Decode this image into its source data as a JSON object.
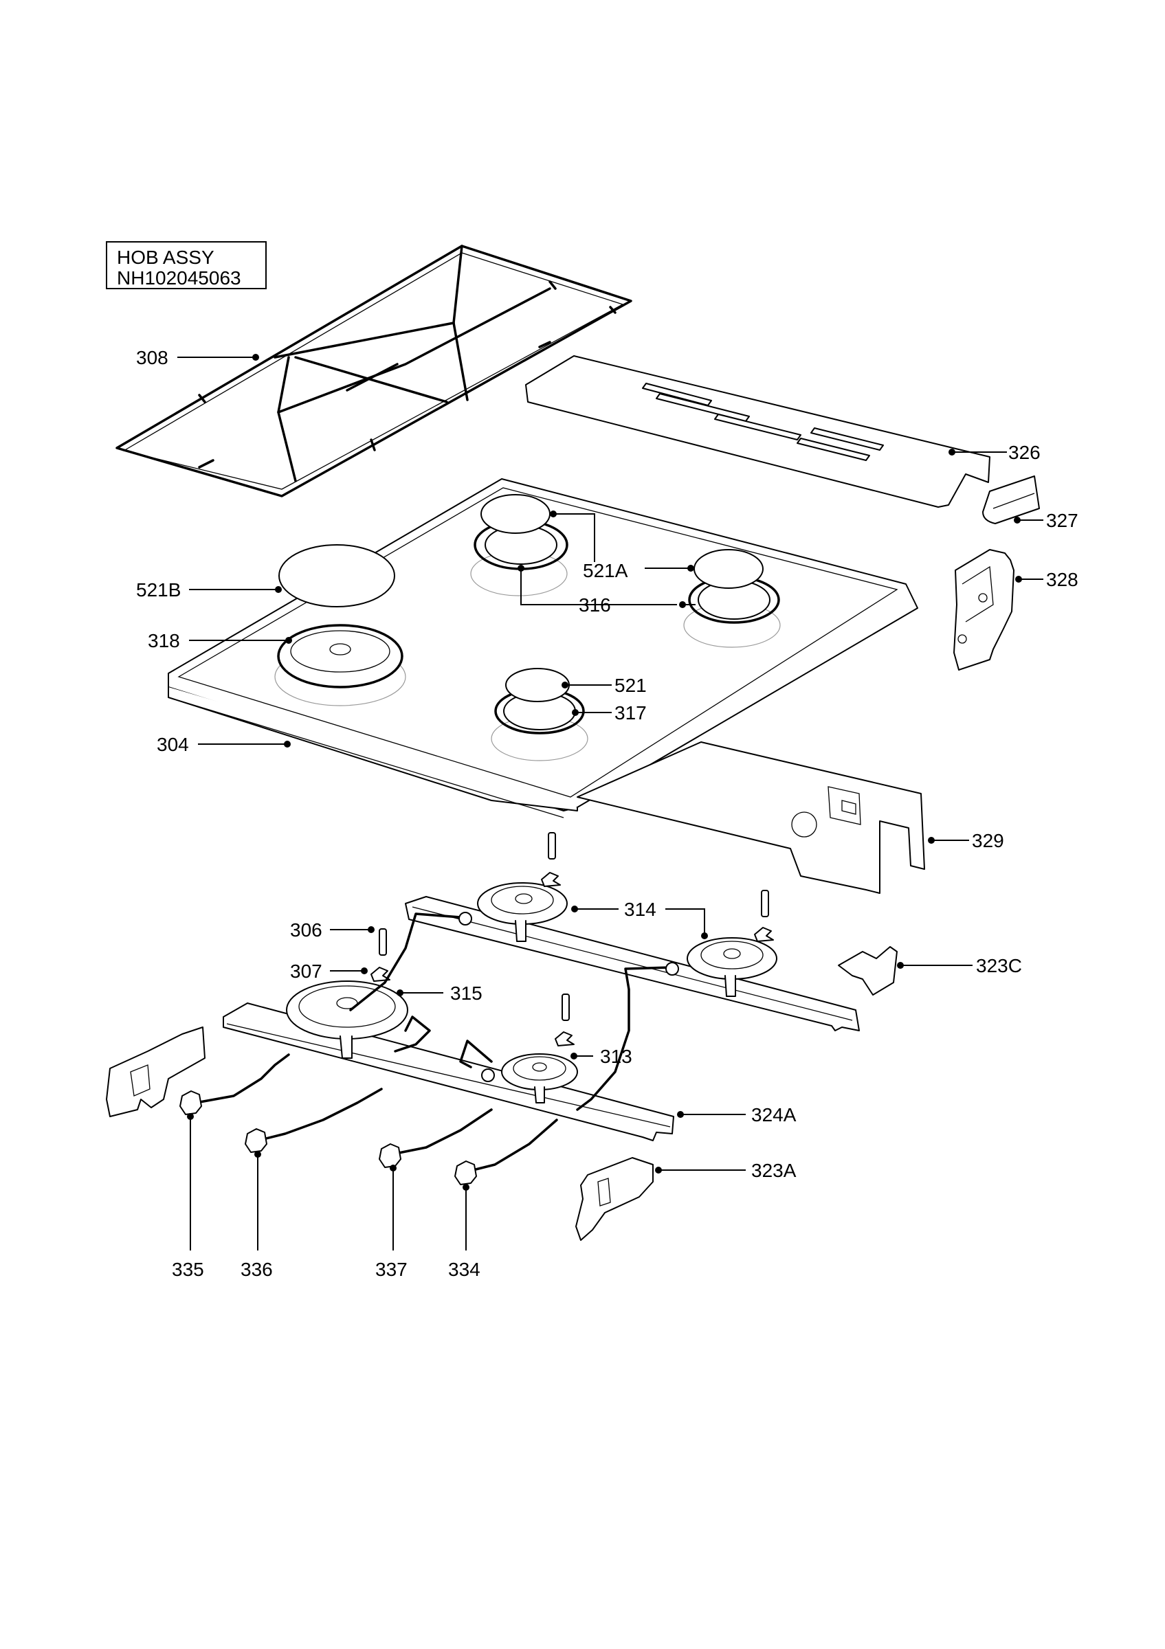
{
  "title": {
    "line1": "HOB ASSY",
    "line2": "NH102045063"
  },
  "callouts": [
    {
      "id": "308",
      "text": "308"
    },
    {
      "id": "326",
      "text": "326"
    },
    {
      "id": "327",
      "text": "327"
    },
    {
      "id": "521A",
      "text": "521A"
    },
    {
      "id": "316",
      "text": "316"
    },
    {
      "id": "328",
      "text": "328"
    },
    {
      "id": "521B",
      "text": "521B"
    },
    {
      "id": "318",
      "text": "318"
    },
    {
      "id": "521",
      "text": "521"
    },
    {
      "id": "317",
      "text": "317"
    },
    {
      "id": "304",
      "text": "304"
    },
    {
      "id": "329",
      "text": "329"
    },
    {
      "id": "314",
      "text": "314"
    },
    {
      "id": "306",
      "text": "306"
    },
    {
      "id": "323C",
      "text": "323C"
    },
    {
      "id": "307",
      "text": "307"
    },
    {
      "id": "315",
      "text": "315"
    },
    {
      "id": "313",
      "text": "313"
    },
    {
      "id": "324A",
      "text": "324A"
    },
    {
      "id": "323A",
      "text": "323A"
    },
    {
      "id": "335",
      "text": "335"
    },
    {
      "id": "336",
      "text": "336"
    },
    {
      "id": "337",
      "text": "337"
    },
    {
      "id": "334",
      "text": "334"
    }
  ]
}
